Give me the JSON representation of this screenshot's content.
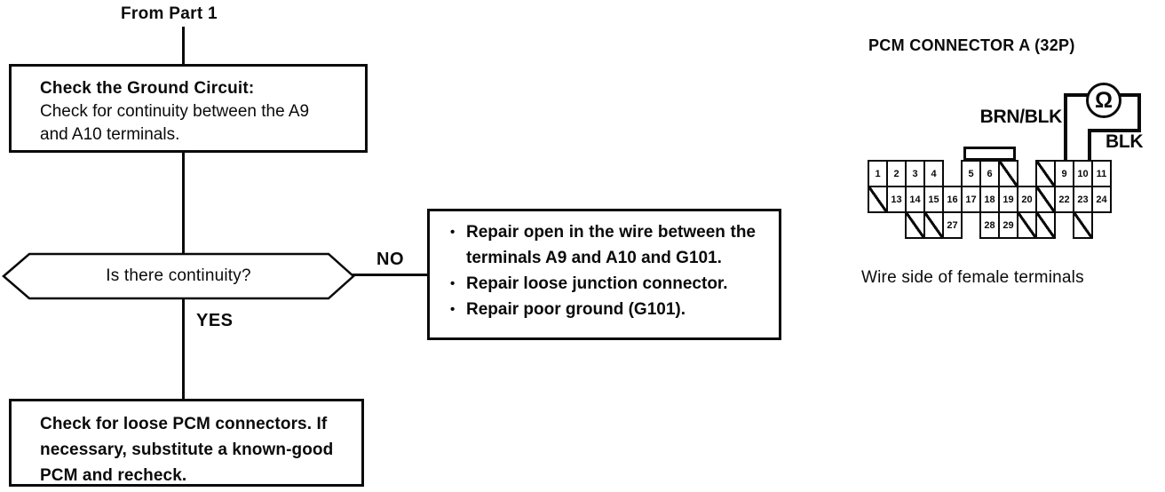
{
  "colors": {
    "ink": "#0a0a0a",
    "paper": "#ffffff"
  },
  "flowchart": {
    "from_label": "From Part 1",
    "check_box": {
      "title": "Check the Ground Circuit:",
      "body": "Check for continuity between the A9 and A10 terminals."
    },
    "decision": {
      "question": "Is there continuity?",
      "no_label": "NO",
      "yes_label": "YES"
    },
    "repair_box": {
      "bullets": [
        "Repair open in the wire between the terminals A9 and A10 and G101.",
        "Repair loose junction connector.",
        "Repair poor ground (G101)."
      ]
    },
    "recheck_box": {
      "body": "Check for loose PCM connectors. If necessary, substitute a known-good PCM and recheck."
    }
  },
  "connector": {
    "title": "PCM CONNECTOR A (32P)",
    "wire_label_1": "BRN/BLK",
    "wire_label_2": "BLK",
    "meter_symbol": "Ω",
    "caption": "Wire side of female terminals",
    "grid": {
      "rows": [
        [
          "1",
          "2",
          "3",
          "4",
          "",
          "5",
          "6",
          "/",
          "",
          "/",
          "9",
          "10",
          "11"
        ],
        [
          "/",
          "13",
          "14",
          "15",
          "16",
          "17",
          "18",
          "19",
          "20",
          "/",
          "22",
          "23",
          "24"
        ],
        [
          "",
          "",
          "/",
          "/",
          "27",
          "",
          "28",
          "29",
          "/",
          "/",
          "",
          "/",
          ""
        ]
      ]
    }
  }
}
